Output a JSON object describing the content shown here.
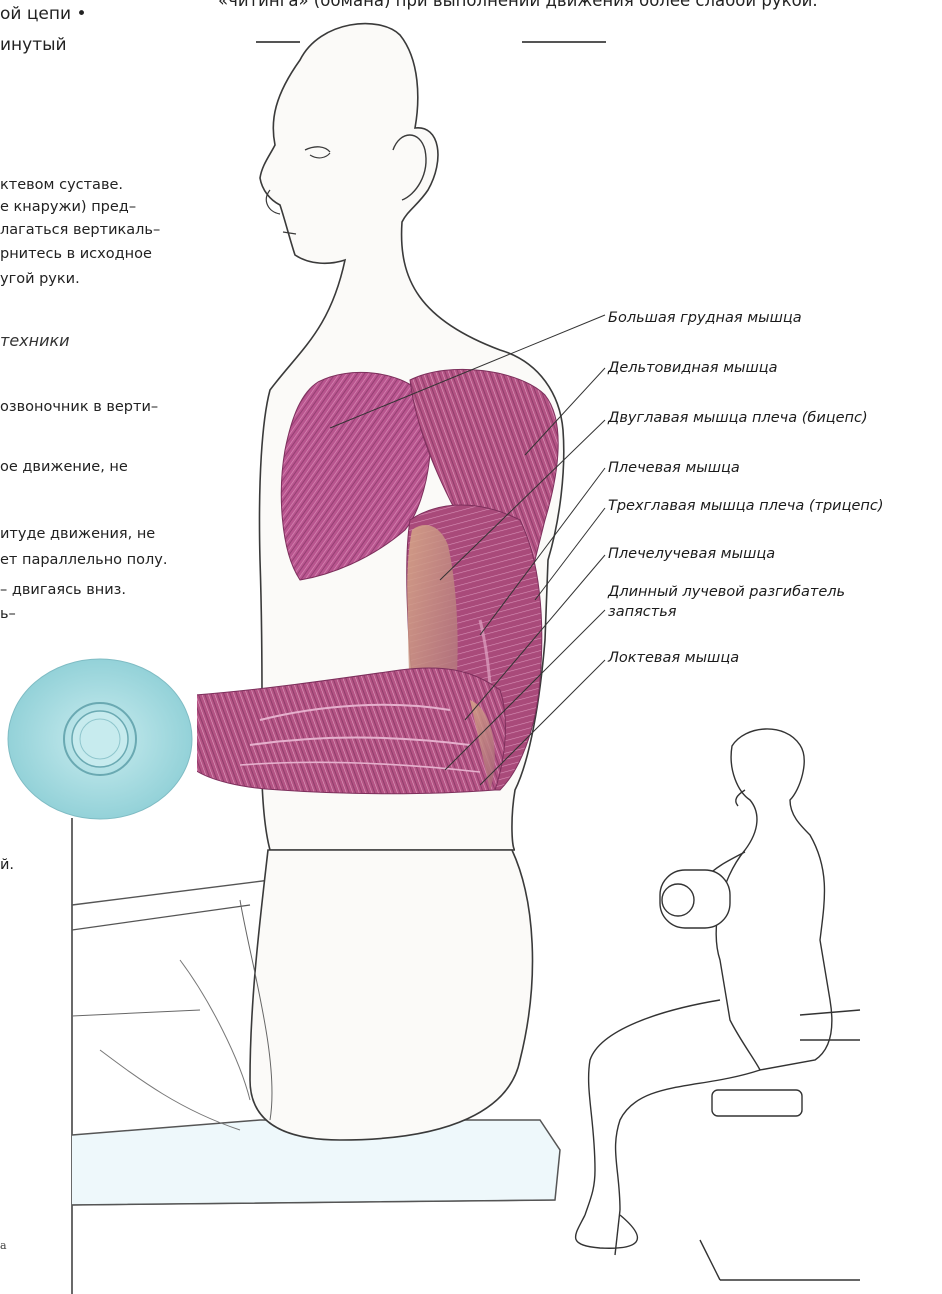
{
  "top_caption": "«читинга» (обмана) при выполнении движения более слабой рукой.",
  "left_column": {
    "lines": [
      "ой цепи •",
      "инутый",
      "ктевом суставе.",
      "е кнаружи) пред–",
      "лагаться вертикаль–",
      "рнитесь в исходное",
      "угой руки.",
      "озвоночник в верти–",
      "ое движение, не",
      "итуде движения, не",
      "ет параллельно полу.",
      "– двигаясь вниз.",
      "ь–",
      "й."
    ],
    "section_title": "техники",
    "page_number": "а"
  },
  "muscle_labels": [
    "Большая грудная мышца",
    "Дельтовидная мышца",
    "Двуглавая мышца плеча (бицепс)",
    "Плечевая мышца",
    "Трехглавая мышца плеча (трицепс)",
    "Плечелучевая мышца",
    "Длинный лучевой разгибатель",
    "запястья",
    "Локтевая мышца"
  ],
  "colors": {
    "muscle": "#b9558f",
    "muscle_dark": "#8c3a6c",
    "tendon": "#c99578",
    "plate": "#a8dbe0",
    "skin": "#f9f7f4",
    "outline": "#3a3a3a"
  }
}
